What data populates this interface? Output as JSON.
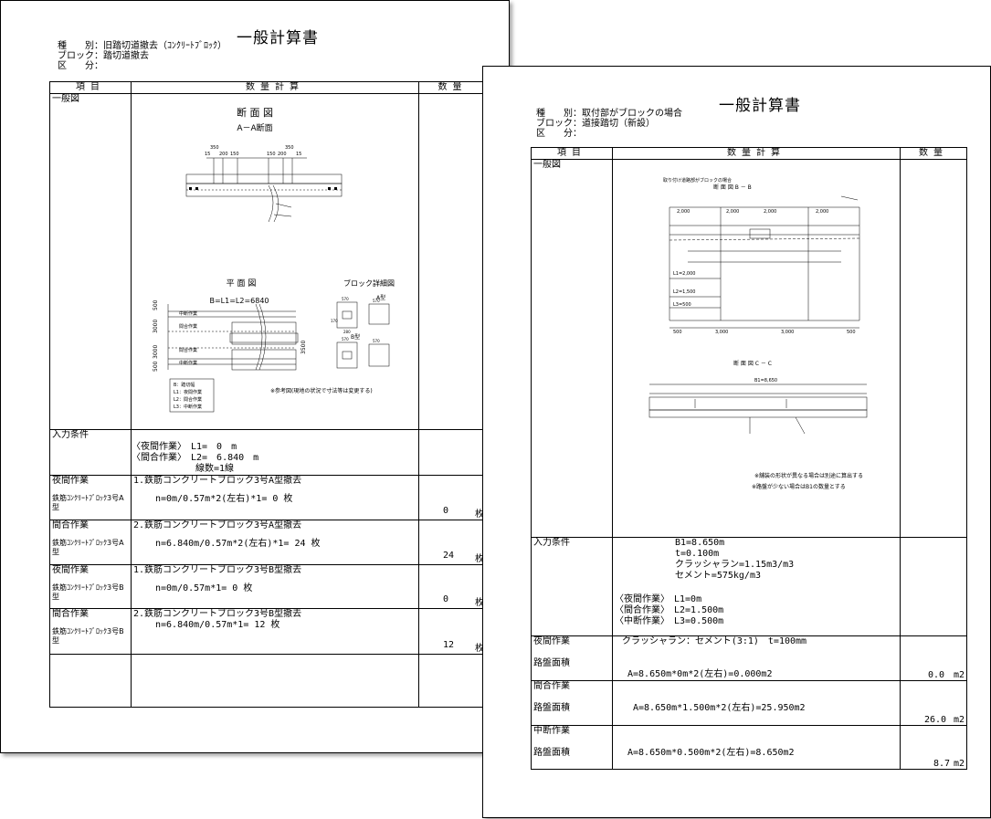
{
  "sheet1": {
    "title": "一般計算書",
    "meta": [
      "種　　別：旧踏切道撤去（ｺﾝｸﾘｰﾄﾌﾞﾛｯｸ）",
      "ブロック：踏切道撤去",
      "区　　分："
    ],
    "headers": {
      "item": "項目",
      "calc": "数量計算",
      "qty": "数量"
    },
    "general_label": "一般図",
    "drawing": {
      "section_title": "断 面 図",
      "section_sub": "A－A断面",
      "plan_title": "平 面 図",
      "detail_title": "ブロック詳細図",
      "plan_formula": "B=L1=L2=6840",
      "type_a": "A型",
      "type_b": "B型",
      "dims_left": [
        "500",
        "3000",
        "3000",
        "500"
      ],
      "dim_right": "3500",
      "plan_labels": [
        "中断作業",
        "間合作業",
        "間合作業",
        "中断作業"
      ],
      "legend": [
        "B：踏切幅",
        "L1：夜間作業",
        "L2：間合作業",
        "L3：中断作業"
      ],
      "note": "※参考図(現地の状況で寸法等は変更する)",
      "section_dims": [
        "15",
        "350",
        "200",
        "150",
        "150",
        "200",
        "350",
        "15"
      ],
      "detail_dims": [
        "570",
        "570",
        "170",
        "280",
        "570",
        "570"
      ]
    },
    "input_label": "入力条件",
    "input_lines": [
      "〈夜間作業〉　L1=　0　m",
      "〈間合作業〉　L2=　6.840　m",
      "　　　　　　　線数=1線"
    ],
    "rows": [
      {
        "label": "夜間作業",
        "sub": "鉄筋ｺﾝｸﾘｰﾄﾌﾞﾛｯｸ3号A型",
        "line1": "1.鉄筋コンクリートブロック3号A型撤去",
        "line2": "n=0m/0.57m*2(左右)*1= 0 枚",
        "value": "0",
        "unit": "枚"
      },
      {
        "label": "間合作業",
        "sub": "鉄筋ｺﾝｸﾘｰﾄﾌﾞﾛｯｸ3号A型",
        "line1": "2.鉄筋コンクリートブロック3号A型撤去",
        "line2": "n=6.840m/0.57m*2(左右)*1= 24 枚",
        "value": "24",
        "unit": "枚"
      },
      {
        "label": "夜間作業",
        "sub": "鉄筋ｺﾝｸﾘｰﾄﾌﾞﾛｯｸ3号B型",
        "line1": "1.鉄筋コンクリートブロック3号B型撤去",
        "line2": "n=0m/0.57m*1= 0 枚",
        "value": "0",
        "unit": "枚"
      },
      {
        "label": "間合作業",
        "sub": "鉄筋ｺﾝｸﾘｰﾄﾌﾞﾛｯｸ3号B型",
        "line1": "2.鉄筋コンクリートブロック3号B型撤去",
        "line2": "n=6.840m/0.57m*1= 12 枚",
        "value": "12",
        "unit": "枚"
      }
    ]
  },
  "sheet2": {
    "title": "一般計算書",
    "meta": [
      "種　　別：取付部がブロックの場合",
      "ブロック：道接踏切（新設）",
      "区　　分："
    ],
    "headers": {
      "item": "項目",
      "calc": "数量計算",
      "qty": "数量"
    },
    "general_label": "一般図",
    "drawing": {
      "top_caption": "取り付け道路部がブロックの場合",
      "section_bb": "断 面 図 B － B",
      "section_cc": "断 面 図 C － C",
      "dims_bottom": [
        "500",
        "3,000",
        "3,000",
        "500"
      ],
      "dims_top": [
        "2,000",
        "2,000",
        "2,000",
        "2,000"
      ],
      "l_labels": [
        "L1=2,000",
        "L2=1,500",
        "L3=500"
      ],
      "b_formula": "B1=8,650",
      "notes": [
        "※舗装の形状が異なる場合は別途に算出する",
        "※路盤が少ない場合はB1の数量とする"
      ]
    },
    "input_label": "入力条件",
    "input_lines": [
      "B1=8.650m",
      "t=0.100m",
      "クラッシャラン=1.15m3/m3",
      "セメント=575kg/m3"
    ],
    "work_lines": [
      "〈夜間作業〉　L1=0m",
      "〈間合作業〉　L2=1.500m",
      "〈中断作業〉　L3=0.500m"
    ],
    "mix_line": "クラッシャラン：セメント(3:1)　t=100mm",
    "rows": [
      {
        "label": "夜間作業",
        "sub": "路盤面積",
        "formula": "A=8.650m*0m*2(左右)=0.000m2",
        "value": "0.0",
        "unit": "m2"
      },
      {
        "label": "間合作業",
        "sub": "路盤面積",
        "formula": "A=8.650m*1.500m*2(左右)=25.950m2",
        "value": "26.0",
        "unit": "m2"
      },
      {
        "label": "中断作業",
        "sub": "路盤面積",
        "formula": "A=8.650m*0.500m*2(左右)=8.650m2",
        "value": "8.7",
        "unit": "m2"
      }
    ]
  }
}
